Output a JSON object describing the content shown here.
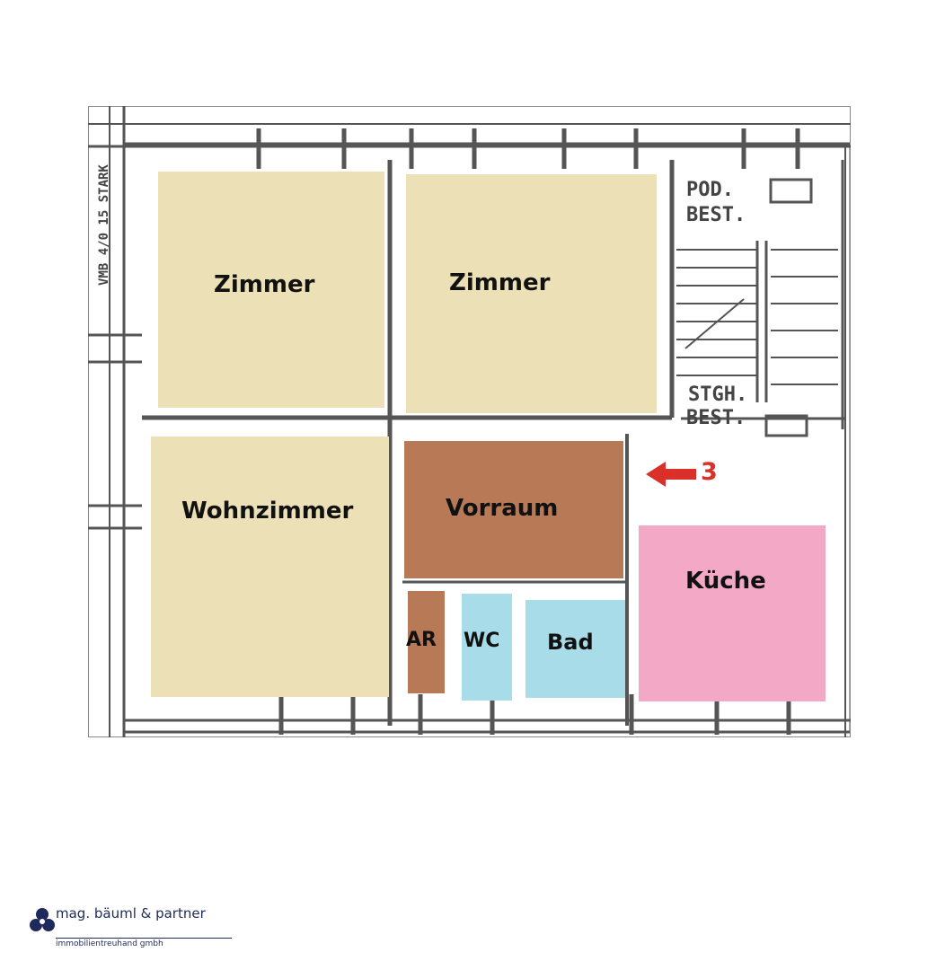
{
  "rooms": [
    {
      "id": "zimmer-1",
      "label": "Zimmer",
      "color": "#ebe0b6"
    },
    {
      "id": "zimmer-2",
      "label": "Zimmer",
      "color": "#ebe0b6"
    },
    {
      "id": "wohnzimmer",
      "label": "Wohnzimmer",
      "color": "#ebe0b6"
    },
    {
      "id": "vorraum",
      "label": "Vorraum",
      "color": "#b87a56"
    },
    {
      "id": "ar",
      "label": "AR",
      "color": "#b87a56"
    },
    {
      "id": "wc",
      "label": "WC",
      "color": "#a7dce8"
    },
    {
      "id": "bad",
      "label": "Bad",
      "color": "#a7dce8"
    },
    {
      "id": "kueche",
      "label": "Küche",
      "color": "#f3a9c6"
    }
  ],
  "entrance": {
    "label": "3",
    "color": "#d9302a"
  },
  "plan_annotations": {
    "stair_top": "POD.",
    "stair_top_2": "BEST.",
    "stair_bottom": "STGH.",
    "stair_bottom_2": "BEST.",
    "wall_note": "VMB 4/0 15 STARK"
  },
  "logo": {
    "name": "mag. bäuml & partner",
    "subtitle": "immobilientreuhand gmbh",
    "color": "#1f2a5c"
  }
}
